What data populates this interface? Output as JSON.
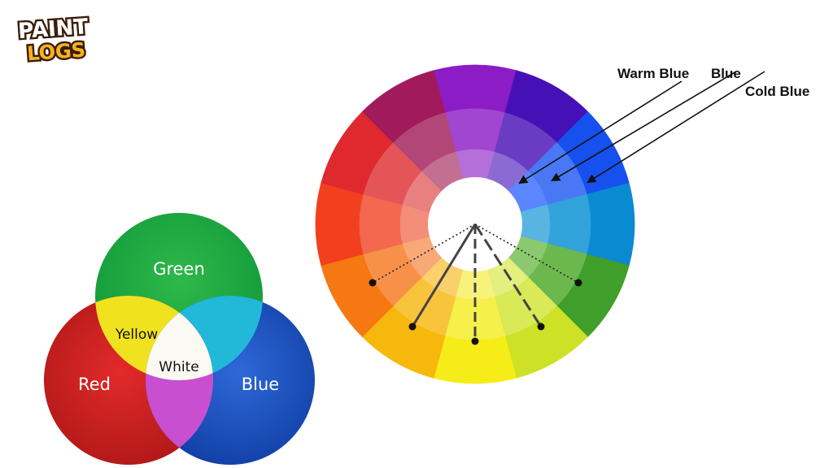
{
  "logo": {
    "line1": "PAINT",
    "line2": "LOGS"
  },
  "venn": {
    "green": "Green",
    "red": "Red",
    "blue": "Blue",
    "yellow": "Yellow",
    "white": "White"
  },
  "wheel": {
    "callouts": {
      "warm_blue": "Warm Blue",
      "blue": "Blue",
      "cold_blue": "Cold Blue"
    },
    "hues": [
      "#7b0fbf",
      "#3a0db8",
      "#1a4ff5",
      "#0a7fd6",
      "#3aa021",
      "#c8e41d",
      "#f7ee1a",
      "#f9b70a",
      "#f97a0d",
      "#f43e1e",
      "#e4262e",
      "#9d1459"
    ],
    "sectors": [
      {
        "outer": "#8c1cc6",
        "mid": "#a046d0",
        "inner": "#b46fd9"
      },
      {
        "outer": "#4610b7",
        "mid": "#6a3cc4",
        "inner": "#8b6bd3"
      },
      {
        "outer": "#1650ef",
        "mid": "#4a78f4",
        "inner": "#5b86ff"
      },
      {
        "outer": "#0a8bd1",
        "mid": "#31a3da",
        "inner": "#58b5e1"
      },
      {
        "outer": "#3f9f2a",
        "mid": "#6cb84f",
        "inner": "#8bc86f"
      },
      {
        "outer": "#cde127",
        "mid": "#d9e957",
        "inner": "#e3ef7f"
      },
      {
        "outer": "#f6ec18",
        "mid": "#f7ef4a",
        "inner": "#f8f27a"
      },
      {
        "outer": "#f6b80d",
        "mid": "#f8c43c",
        "inner": "#f9d06a"
      },
      {
        "outer": "#f67812",
        "mid": "#f7914a",
        "inner": "#f8a977"
      },
      {
        "outer": "#f2401f",
        "mid": "#f3684e",
        "inner": "#f48d7a"
      },
      {
        "outer": "#e0292f",
        "mid": "#e35558",
        "inner": "#e88080"
      },
      {
        "outer": "#a11a5c",
        "mid": "#b24777",
        "inner": "#c36f92"
      }
    ]
  }
}
